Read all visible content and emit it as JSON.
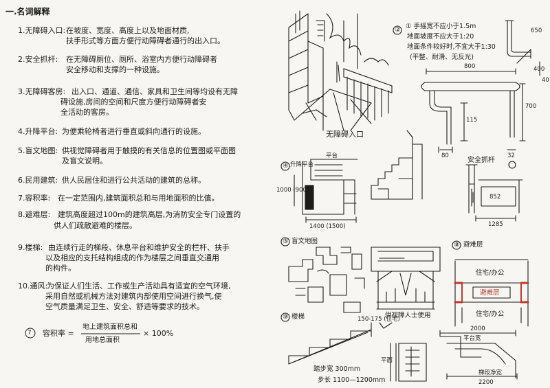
{
  "section_title": "一.名词解释",
  "terms": [
    {
      "n": "1.",
      "term": "无障碍入口:",
      "lines": [
        "在坡度、宽度、高度上以及地面材质,",
        "扶手形式等方面方便行动障碍者通行的出入口。"
      ]
    },
    {
      "n": "2.",
      "term": "安全抓杆:",
      "lines": [
        "在无障碍厕位、厕所、浴室内方便行动障碍者",
        "安全移动和支撑的一种设施。"
      ]
    },
    {
      "n": "3.",
      "term": "无障碍客房:",
      "lines": [
        "出入口、通道、通信、家具和卫生间等均设有无障",
        "碍设施,房间的空间和尺度方便行动障碍者安",
        "全活动的客房。"
      ]
    },
    {
      "n": "4.",
      "term": "升降平台:",
      "lines": [
        "为便乘轮椅者进行垂直或斜向通行的设施。"
      ]
    },
    {
      "n": "5.",
      "term": "盲文地图:",
      "lines": [
        "供视觉障碍者用于触摸的有关信息的位置图或平面图",
        "及盲文说明。"
      ]
    },
    {
      "n": "6.",
      "term": "民用建筑:",
      "lines": [
        "供人民居住和进行公共活动的建筑的总称。"
      ]
    },
    {
      "n": "7.",
      "term": "容积率:",
      "lines": [
        "在一定范围内,建筑面积总和与用地面积的比值。"
      ]
    },
    {
      "n": "8.",
      "term": "避难层:",
      "lines": [
        "建筑高度超过100m的建筑高层,为消防安全专门设置的",
        "供人们疏散避难的楼层。"
      ]
    },
    {
      "n": "9.",
      "term": "楼梯:",
      "lines": [
        "由连续行走的梯段、休息平台和维护安全的栏杆、扶手",
        "以及相应的支托结构组成的作为楼层之间垂直交通用",
        "的构件。"
      ]
    },
    {
      "n": "10.",
      "term": "通风:",
      "lines": [
        "为保证人们生活、工作或生产活动具有适宜的空气环境,",
        "采用自然或机械方法对建筑内部使用空间进行换气,使",
        "空气质量满足卫生、安全、舒适等要求的技术。"
      ]
    }
  ],
  "formula": {
    "circle": "7",
    "label": "容积率 =",
    "numerator": "地上建筑面积总和",
    "denominator": "用地总面积",
    "suffix": "× 100%"
  },
  "sketches": {
    "entrance_caption": "无障碍入口",
    "grab_bar": {
      "circle": "②",
      "notes": [
        "① 手摇宽不应小于1.5m",
        "地面坡度不应大于1:20",
        "地面条件较好时,不宜大于1:30",
        "(平整、耐滑、无反光)"
      ],
      "dim_top": "800",
      "dim_side": "400",
      "dim_h": "700",
      "dim_w1": "80",
      "dim_h2": "115",
      "dim_32": "32",
      "dim_650": "650",
      "title": "安全抓杆",
      "dim_40": "40"
    },
    "lift": {
      "circle": "④",
      "label": "升降平台",
      "platform": "平台",
      "dim_w": "1400 (1500)",
      "dim_h": "1000 (900)",
      "dim_852": "852",
      "dim_1285": "1285"
    },
    "braille": {
      "circle": "⑤",
      "label": "盲文地图",
      "caption": "供视障人士使用"
    },
    "refuge": {
      "circle": "⑧",
      "label": "避难层",
      "upper": "住宅/办公",
      "middle": "避难层",
      "lower": "住宅/办公"
    },
    "stairs": {
      "circle": "⑨",
      "label": "楼梯",
      "rise": "150-175 (住宅)",
      "tread": "踏步宽 300mm",
      "flight": "步长 1100—1200mm",
      "plan": "平面",
      "dim_2000": "2000",
      "landing": "平台宽",
      "width_label": "梯段净宽",
      "dim_2200": "2200"
    }
  }
}
